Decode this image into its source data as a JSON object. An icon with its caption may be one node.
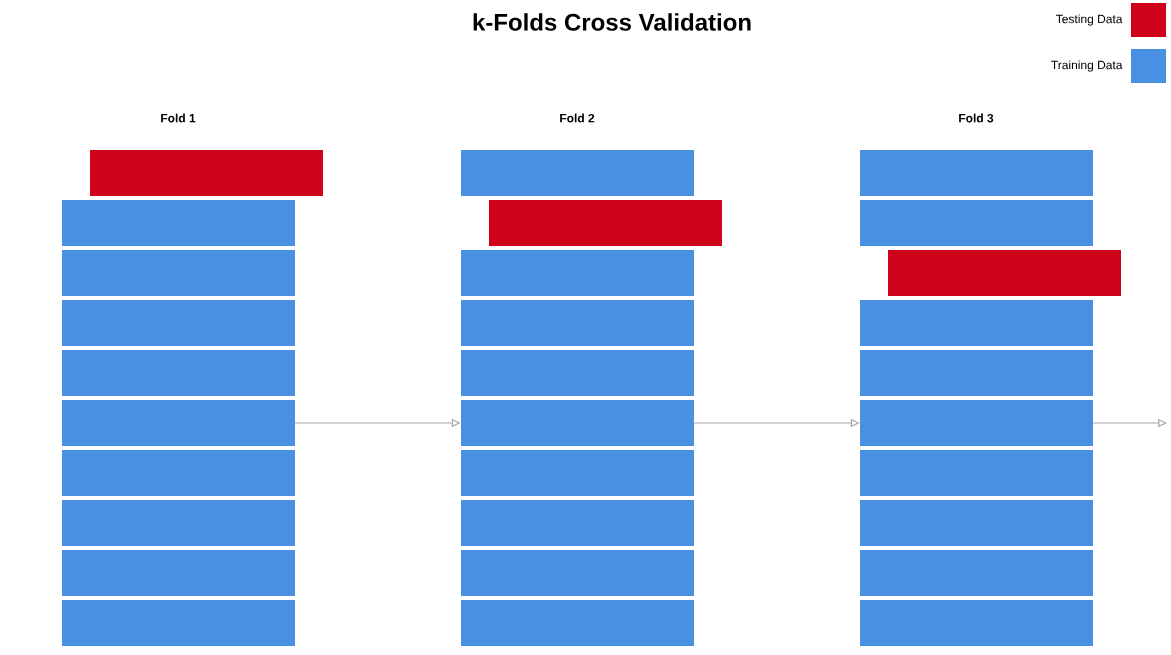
{
  "diagram": {
    "title": "k-Folds Cross Validation",
    "nodes": [
      {
        "text": [],
        "shape": "bar"
      },
      {
        "text": [],
        "shape": "bar"
      },
      {
        "text": [],
        "shape": "bar"
      },
      {
        "text": [],
        "shape": "bar"
      },
      {
        "text": [],
        "shape": "bar"
      },
      {
        "text": [],
        "shape": "bar"
      },
      {
        "text": [],
        "shape": "bar"
      },
      {
        "text": [],
        "shape": "bar"
      },
      {
        "text": [],
        "shape": "bar"
      },
      {
        "text": [],
        "shape": "bar"
      },
      {
        "text": [],
        "shape": "bar"
      },
      {
        "text": [],
        "shape": "bar"
      },
      {
        "text": [],
        "shape": "bar"
      },
      {
        "text": [],
        "shape": "bar"
      },
      {
        "text": [],
        "shape": "bar"
      },
      {
        "text": [],
        "shape": "bar"
      },
      {
        "text": [],
        "shape": "bar"
      },
      {
        "text": [],
        "shape": "bar"
      },
      {
        "text": [],
        "shape": "bar"
      },
      {
        "text": [],
        "shape": "bar"
      },
      {
        "text": [],
        "shape": "bar"
      },
      {
        "text": [],
        "shape": "bar"
      },
      {
        "text": [],
        "shape": "bar"
      },
      {
        "text": [],
        "shape": "bar"
      },
      {
        "text": [],
        "shape": "bar"
      },
      {
        "text": [],
        "shape": "bar"
      },
      {
        "text": [],
        "shape": "bar"
      },
      {
        "text": [],
        "shape": "bar"
      },
      {
        "text": [],
        "shape": "bar"
      },
      {
        "text": [],
        "shape": "bar"
      }
    ],
    "edges": [
      {
        "from": 5,
        "to": 15,
        "arrow": "to"
      },
      {
        "from": 15,
        "to": 25,
        "arrow": "to"
      },
      {
        "from": 25,
        "to": null,
        "arrow": "to"
      }
    ],
    "labels": [
      "Fold 1",
      "Fold 2",
      "Fold 3"
    ],
    "legend": [
      {
        "text": "Testing Data",
        "color": "#d0021b"
      },
      {
        "text": "Training Data",
        "color": "#4a90e2"
      }
    ]
  }
}
